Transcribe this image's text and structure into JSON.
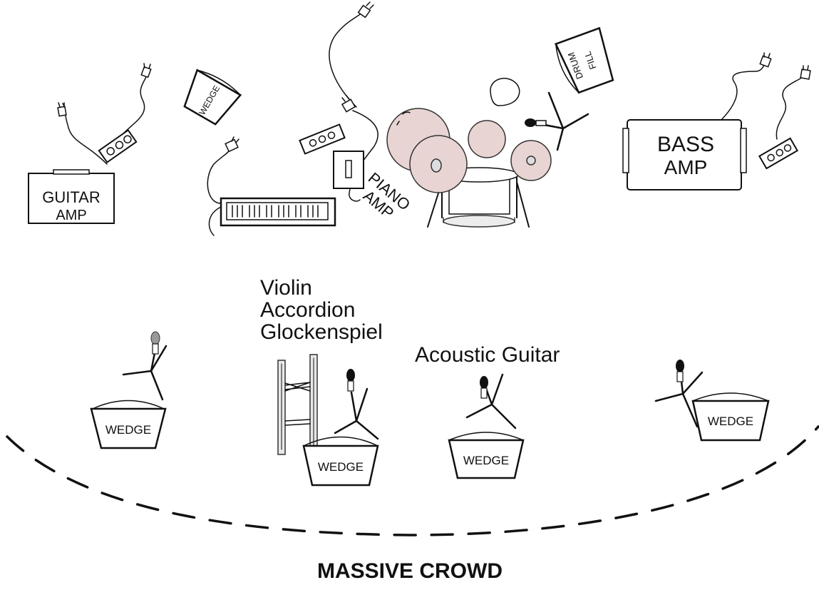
{
  "labels": {
    "guitar_amp_line1": "GUITAR",
    "guitar_amp_line2": "AMP",
    "bass_amp_line1": "BASS",
    "bass_amp_line2": "AMP",
    "piano_amp_line1": "PIANO",
    "piano_amp_line2": "AMP",
    "drum_fill_line1": "DRUM",
    "drum_fill_line2": "FILL",
    "wedge": "WEDGE",
    "instruments_line1": "Violin",
    "instruments_line2": "Accordion",
    "instruments_line3": "Glockenspiel",
    "acoustic_guitar": "Acoustic Guitar",
    "crowd": "MASSIVE CROWD"
  }
}
